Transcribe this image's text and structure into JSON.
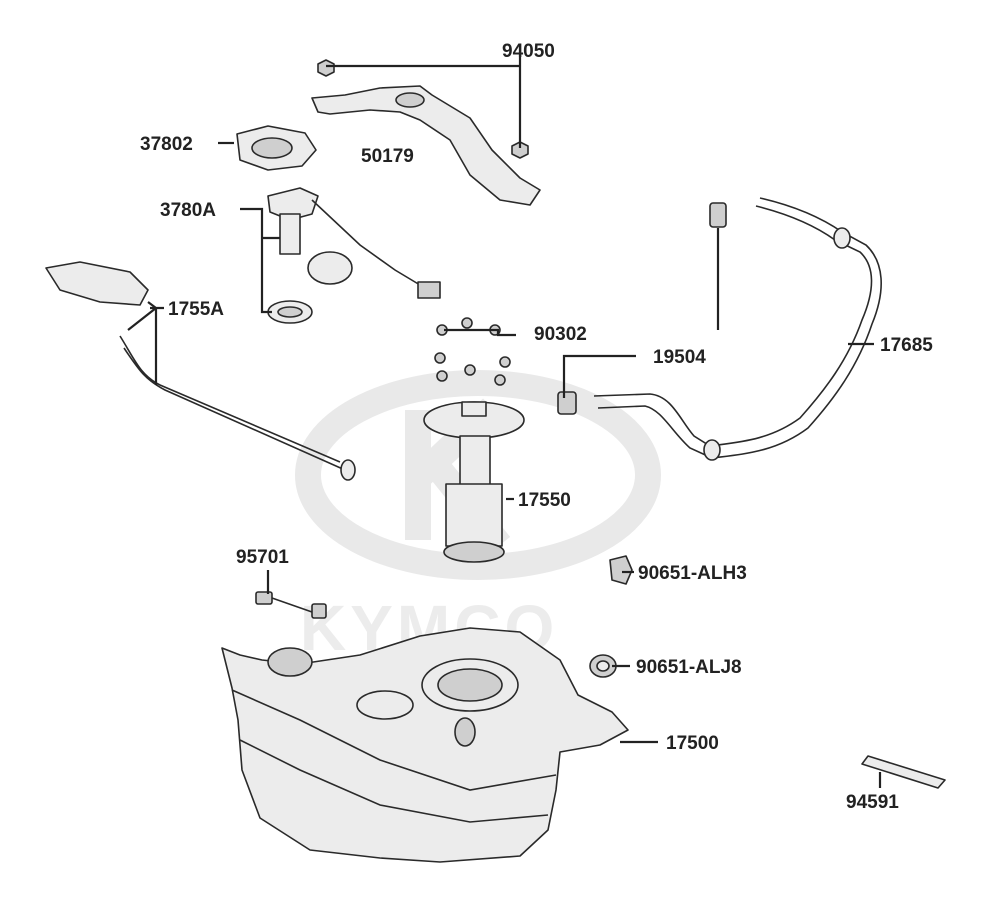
{
  "brand_watermark": "KYMCO",
  "colors": {
    "line": "#2a2a2a",
    "part_fill": "#ececec",
    "watermark": "#e9e9e9",
    "background": "#ffffff"
  },
  "callouts": {
    "p94050": "94050",
    "p50179": "50179",
    "p37802": "37802",
    "p3780A": "3780A",
    "p1755A": "1755A",
    "p90302": "90302",
    "p19504": "19504",
    "p17685": "17685",
    "p17550": "17550",
    "p95701": "95701",
    "p90651_ALH3": "90651-ALH3",
    "p90651_ALJ8": "90651-ALJ8",
    "p17500": "17500",
    "p94591": "94591"
  }
}
